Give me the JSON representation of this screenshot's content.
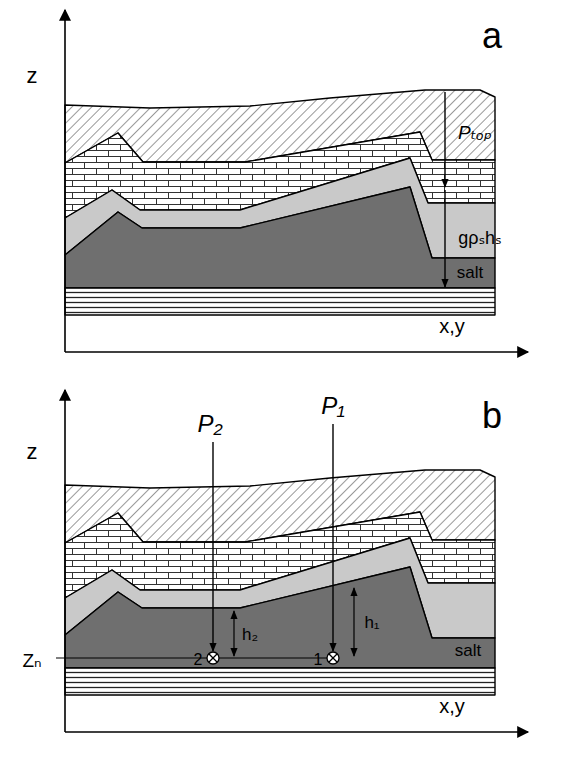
{
  "diagram": {
    "labels": [
      "a",
      "z",
      "Pₜₒₚ",
      "gρₛhₛ",
      "salt",
      "x,y",
      "b",
      "z",
      "P₂",
      "P₁",
      "h₁",
      "h₂",
      "Zₙ",
      "2",
      "1",
      "salt",
      "x,y"
    ]
  }
}
